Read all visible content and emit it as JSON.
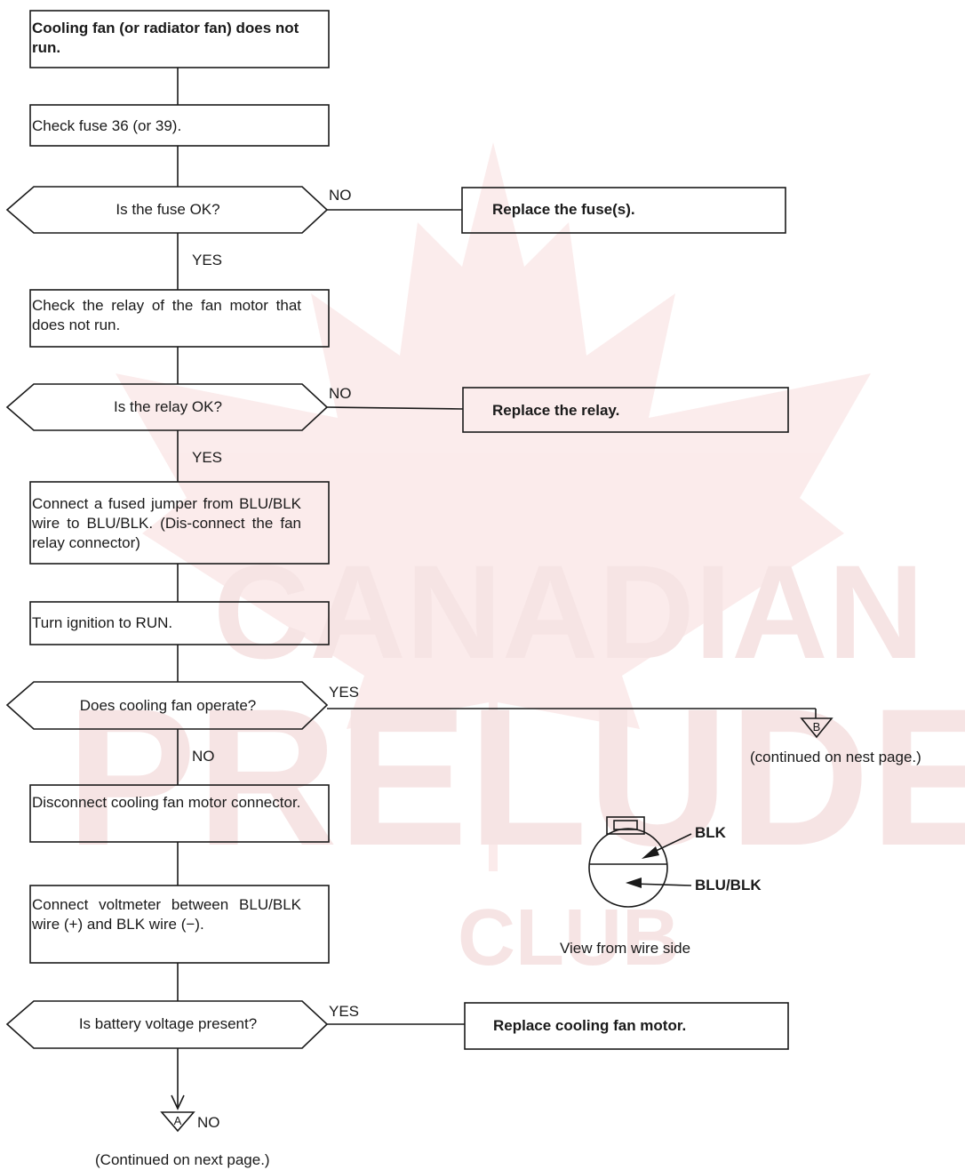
{
  "watermark": {
    "line1": "CANADIAN",
    "line2": "PRELUDE",
    "line3": "CLUB",
    "color": "#e8b4b4"
  },
  "steps": {
    "start": "Cooling fan (or radiator fan) does not run.",
    "check_fuse": "Check fuse 36 (or 39).",
    "fuse_ok_q": "Is the fuse OK?",
    "replace_fuse": "Replace the fuse(s).",
    "check_relay": "Check the relay of the fan motor that does not run.",
    "relay_ok_q": "Is the relay OK?",
    "replace_relay": "Replace the relay.",
    "connect_jumper": "Connect a fused jumper from BLU/BLK wire to BLU/BLK. (Dis-connect the fan relay connector)",
    "turn_ignition": "Turn ignition to RUN.",
    "fan_operate_q": "Does cooling fan operate?",
    "disconnect_motor": "Disconnect cooling fan motor connector.",
    "connect_voltmeter": "Connect voltmeter between BLU/BLK wire (+) and BLK wire (−).",
    "battery_q": "Is battery voltage present?",
    "replace_motor": "Replace cooling fan motor."
  },
  "branches": {
    "no": "NO",
    "yes": "YES"
  },
  "connectors": {
    "a_letter": "A",
    "a_note": "(Continued on next page.)",
    "b_letter": "B",
    "b_note": "(continued on nest page.)"
  },
  "connector_diagram": {
    "blk_label": "BLK",
    "blublk_label": "BLU/BLK",
    "caption": "View from wire side"
  }
}
